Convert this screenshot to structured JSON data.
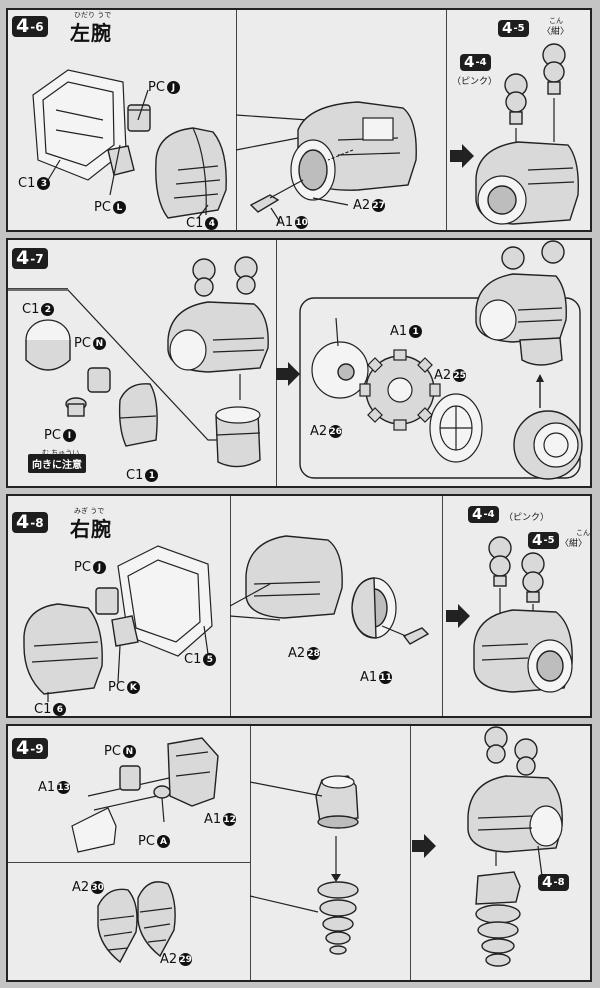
{
  "steps": {
    "s46": {
      "badge_main": "4",
      "badge_sub": "-6",
      "title": "左腕",
      "ruby": "ひだり うで",
      "labels": {
        "pc_j": {
          "prefix": "PC",
          "num": "J"
        },
        "c1_3": {
          "prefix": "C1",
          "num": "3"
        },
        "pc_l": {
          "prefix": "PC",
          "num": "L"
        },
        "c1_4": {
          "prefix": "C1",
          "num": "4"
        },
        "a2_27": {
          "prefix": "A2",
          "num": "27"
        },
        "a1_10": {
          "prefix": "A1",
          "num": "10"
        }
      },
      "ref45": {
        "main": "4",
        "sub": "-5",
        "note": "〈紺〉",
        "ruby": "こん"
      },
      "ref44": {
        "main": "4",
        "sub": "-4",
        "note": "（ピンク）"
      }
    },
    "s47": {
      "badge_main": "4",
      "badge_sub": "-7",
      "labels": {
        "c1_2": {
          "prefix": "C1",
          "num": "2"
        },
        "pc_n": {
          "prefix": "PC",
          "num": "N"
        },
        "pc_i": {
          "prefix": "PC",
          "num": "I"
        },
        "c1_1": {
          "prefix": "C1",
          "num": "1"
        },
        "a1_1": {
          "prefix": "A1",
          "num": "1"
        },
        "a2_25": {
          "prefix": "A2",
          "num": "25"
        },
        "a2_26": {
          "prefix": "A2",
          "num": "26"
        }
      },
      "warning": "向きに注意",
      "warning_ruby": "む ちゅうい"
    },
    "s48": {
      "badge_main": "4",
      "badge_sub": "-8",
      "title": "右腕",
      "ruby": "みぎ うで",
      "labels": {
        "pc_j": {
          "prefix": "PC",
          "num": "J"
        },
        "c1_5": {
          "prefix": "C1",
          "num": "5"
        },
        "pc_k": {
          "prefix": "PC",
          "num": "K"
        },
        "c1_6": {
          "prefix": "C1",
          "num": "6"
        },
        "a2_28": {
          "prefix": "A2",
          "num": "28"
        },
        "a1_11": {
          "prefix": "A1",
          "num": "11"
        }
      },
      "ref44": {
        "main": "4",
        "sub": "-4",
        "note": "（ピンク）"
      },
      "ref45": {
        "main": "4",
        "sub": "-5",
        "note": "〈紺〉",
        "ruby": "こん"
      }
    },
    "s49": {
      "badge_main": "4",
      "badge_sub": "-9",
      "labels": {
        "pc_n": {
          "prefix": "PC",
          "num": "N"
        },
        "a1_13": {
          "prefix": "A1",
          "num": "13"
        },
        "a1_12": {
          "prefix": "A1",
          "num": "12"
        },
        "pc_a": {
          "prefix": "PC",
          "num": "A"
        },
        "a2_30": {
          "prefix": "A2",
          "num": "30"
        },
        "a2_29": {
          "prefix": "A2",
          "num": "29"
        }
      },
      "ref48": {
        "main": "4",
        "sub": "-8"
      }
    }
  },
  "colors": {
    "badge": "#1e1e1e",
    "panel": "#ececec",
    "border": "#222222"
  },
  "icons": [
    "right-arrow-icon",
    "down-arrow-icon",
    "up-arrow-icon"
  ]
}
